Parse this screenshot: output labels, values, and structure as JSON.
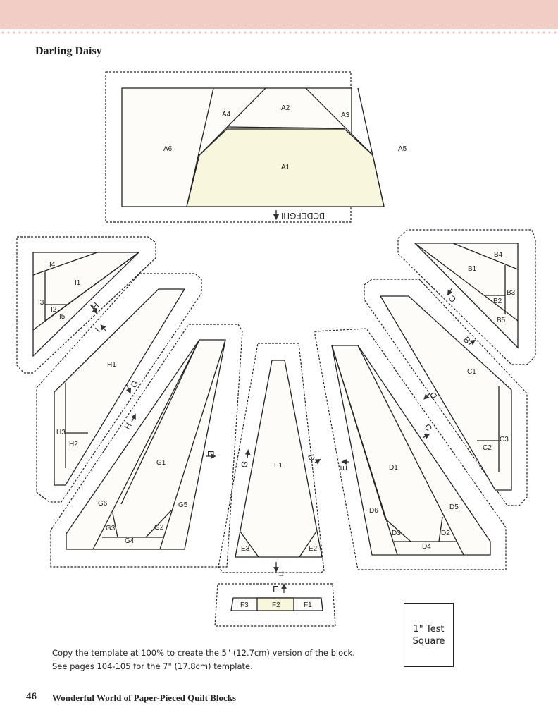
{
  "page": {
    "title": "Darling Daisy",
    "page_number": "46",
    "book_title": "Wonderful World of Paper-Pieced Quilt Blocks",
    "banner_color": "#f2cdc6",
    "accent_fill": "#f8f6dc"
  },
  "instructions": {
    "line1": "Copy the template at 100% to create the 5\" (12.7cm) version of the block.",
    "line2": "See pages 104-105 for the 7\" (17.8cm) template."
  },
  "test_square": {
    "line1": "1\" Test",
    "line2": "Square"
  },
  "sections": {
    "A": {
      "pieces": [
        "A1",
        "A2",
        "A3",
        "A4",
        "A5",
        "A6"
      ],
      "join_label": "BCDEFGHI",
      "join_arrow": "arrow-down-icon"
    },
    "B": {
      "pieces": [
        "B1",
        "B2",
        "B3",
        "B4",
        "B5"
      ],
      "join_label": "C"
    },
    "C": {
      "pieces": [
        "C1",
        "C2",
        "C3"
      ],
      "join_labels": [
        "B",
        "D"
      ]
    },
    "D": {
      "pieces": [
        "D1",
        "D2",
        "D3",
        "D4",
        "D5",
        "D6"
      ],
      "join_labels": [
        "C",
        "E"
      ]
    },
    "E": {
      "pieces": [
        "E1",
        "E2",
        "E3"
      ],
      "join_labels": [
        "G",
        "D",
        "F"
      ]
    },
    "F": {
      "pieces": [
        "F1",
        "F2",
        "F3"
      ],
      "join_label": "E"
    },
    "G": {
      "pieces": [
        "G1",
        "G2",
        "G3",
        "G4",
        "G5",
        "G6"
      ],
      "join_labels": [
        "H",
        "E"
      ]
    },
    "H": {
      "pieces": [
        "H1",
        "H2",
        "H3"
      ],
      "join_labels": [
        "I",
        "G"
      ]
    },
    "I": {
      "pieces": [
        "I1",
        "I2",
        "I3",
        "I4",
        "I5"
      ],
      "join_label": "H"
    }
  }
}
